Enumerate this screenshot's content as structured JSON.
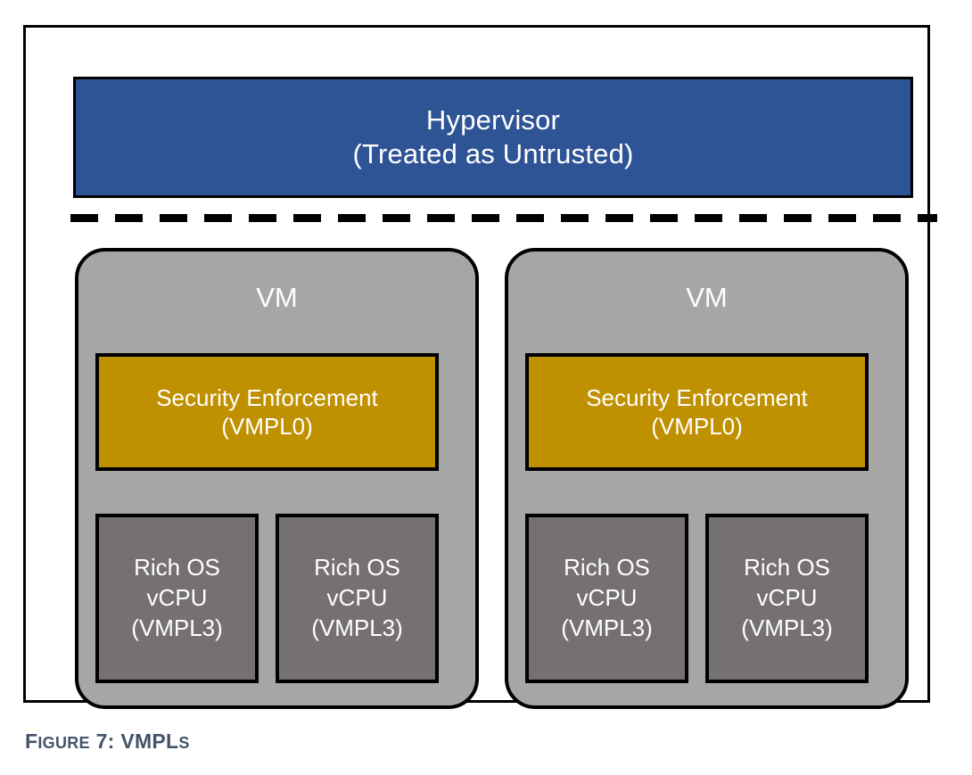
{
  "figure": {
    "caption_prefix_big": "F",
    "caption_prefix_small": "IGURE",
    "caption_number": " 7: ",
    "caption_title_big": "VMPL",
    "caption_title_small": "S",
    "caption_full": "FIGURE 7: VMPLs",
    "caption_color": "#44546A"
  },
  "colors": {
    "hypervisor_fill": "#2F5496",
    "vm_fill": "#A6A6A6",
    "security_fill": "#BF9000",
    "vcpu_fill": "#767171",
    "border": "#000000",
    "text_on_fill": "#FFFFFF",
    "page_background": "#FFFFFF"
  },
  "hypervisor": {
    "title": "Hypervisor",
    "subtitle": "(Treated as Untrusted)"
  },
  "trust_boundary": {
    "style": "dashed",
    "label": ""
  },
  "vms": [
    {
      "title": "VM",
      "security": {
        "name": "Security Enforcement",
        "level": "(VMPL0)"
      },
      "vcpus": [
        {
          "line1": "Rich OS",
          "line2": "vCPU",
          "line3": "(VMPL3)"
        },
        {
          "line1": "Rich OS",
          "line2": "vCPU",
          "line3": "(VMPL3)"
        }
      ]
    },
    {
      "title": "VM",
      "security": {
        "name": "Security Enforcement",
        "level": "(VMPL0)"
      },
      "vcpus": [
        {
          "line1": "Rich OS",
          "line2": "vCPU",
          "line3": "(VMPL3)"
        },
        {
          "line1": "Rich OS",
          "line2": "vCPU",
          "line3": "(VMPL3)"
        }
      ]
    }
  ]
}
